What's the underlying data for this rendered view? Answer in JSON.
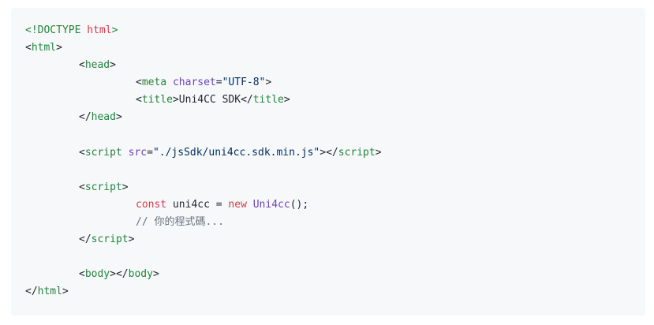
{
  "code": {
    "doctype_open": "<!",
    "doctype_kw": "DOCTYPE",
    "doctype_space": " ",
    "doctype_val": "html",
    "doctype_close": ">",
    "html_open_lt": "<",
    "html_tag": "html",
    "gt": ">",
    "lt": "<",
    "lt_slash": "</",
    "head_tag": "head",
    "meta_tag": "meta",
    "meta_attr": "charset",
    "eq": "=",
    "meta_val": "\"UTF-8\"",
    "title_tag": "title",
    "title_text": "Uni4CC SDK",
    "script_tag": "script",
    "src_attr": "src",
    "src_val": "\"./jsSdk/uni4cc.sdk.min.js\"",
    "const_kw": "const",
    "var_part": " uni4cc = ",
    "new_kw": "new",
    "space": " ",
    "class_name": "Uni4cc",
    "call_end": "();",
    "comment": "// 你的程式碼...",
    "body_tag": "body"
  }
}
